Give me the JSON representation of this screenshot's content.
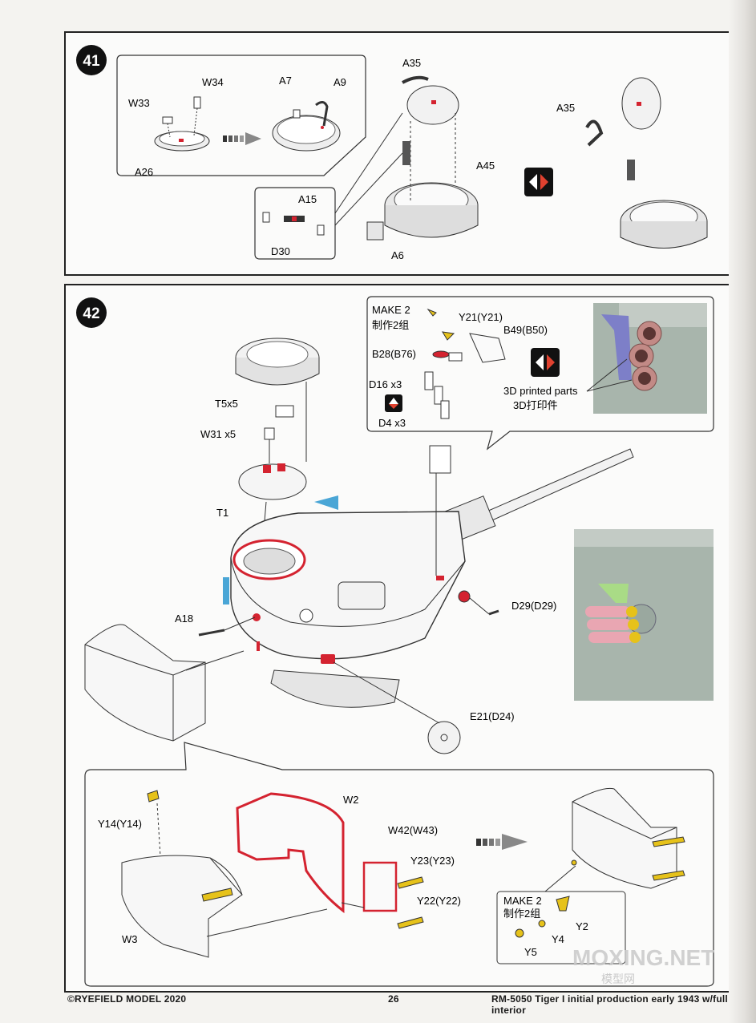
{
  "page": {
    "footer_left": "©RYEFIELD MODEL 2020",
    "page_number": "26",
    "footer_right": "RM-5050 Tiger I initial production early 1943 w/full interior",
    "watermark_main": "MOXING.NET",
    "watermark_sub": "模型网"
  },
  "step41": {
    "number": "41",
    "labels": {
      "w33": "W33",
      "w34": "W34",
      "a26": "A26",
      "a7": "A7",
      "a9": "A9",
      "a35": "A35",
      "a45": "A45",
      "a15": "A15",
      "d30": "D30",
      "a6": "A6",
      "a35_alt": "A35"
    }
  },
  "step42": {
    "number": "42",
    "sub_assembly": {
      "make": "MAKE 2",
      "make_cn": "制作2组",
      "y21": "Y21(Y21)",
      "b49": "B49(B50)",
      "b28": "B28(B76)",
      "d16": "D16  x3",
      "d4": "D4  x3",
      "printed_en": "3D printed parts",
      "printed_cn": "3D打印件"
    },
    "labels": {
      "t5": "T5x5",
      "w31": "W31  x5",
      "t1": "T1",
      "a18": "A18",
      "d29": "D29(D29)",
      "e21": "E21(D24)"
    },
    "detail": {
      "w2": "W2",
      "w42": "W42(W43)",
      "y14": "Y14(Y14)",
      "y23": "Y23(Y23)",
      "y22": "Y22(Y22)",
      "w3": "W3",
      "make": "MAKE 2",
      "make_cn": "制作2组",
      "y2": "Y2",
      "y4": "Y4",
      "y5": "Y5"
    }
  },
  "colors": {
    "highlight_red": "#d42330",
    "highlight_blue": "#4aa6d6",
    "highlight_yellow": "#e6c21a",
    "bracket_purple": "#7d7fc8",
    "render_grey": "#a8b5ac",
    "flip_arrow_bg": "#111111",
    "flip_arrow_red": "#e0412f"
  }
}
